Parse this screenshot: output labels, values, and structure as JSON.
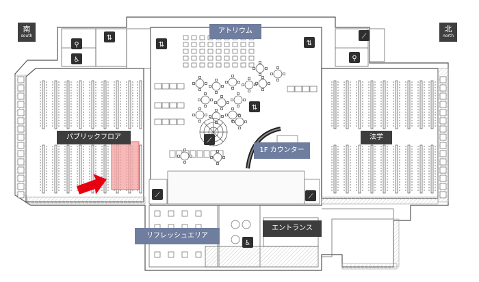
{
  "compass": {
    "south": {
      "kanji": "南",
      "en": "south"
    },
    "north": {
      "kanji": "北",
      "en": "north"
    }
  },
  "labels": {
    "atrium": "アトリウム",
    "public_floor": "パブリックフロア",
    "law": "法学",
    "counter": "1F カウンター",
    "entrance": "エントランス",
    "refresh_area": "リフレッシュエリア"
  },
  "colors": {
    "highlight": "#f4a0a0",
    "arrow": "#e60012",
    "label_dark": "#3d3d3d",
    "label_blue": "#6f7d9e"
  },
  "icons": [
    "toilet-icon",
    "wheelchair-icon",
    "elevator-icon",
    "stairs-icon",
    "escalator-icon"
  ]
}
